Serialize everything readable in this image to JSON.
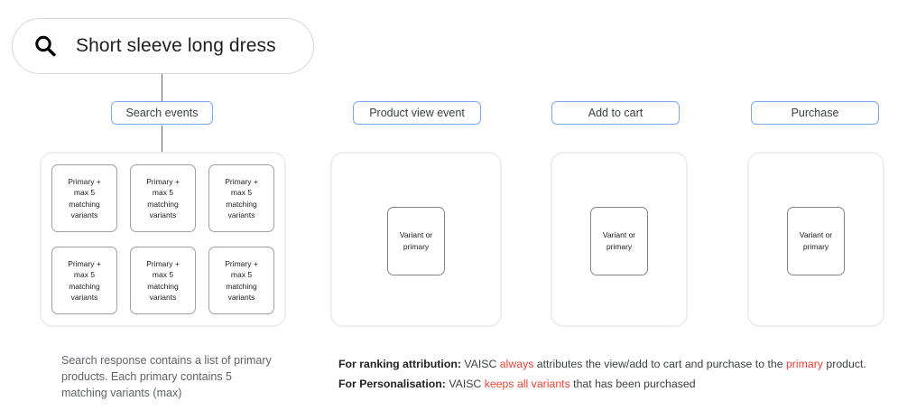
{
  "search": {
    "icon": "search-icon",
    "query": "Short sleeve long dress"
  },
  "stages": [
    {
      "label": "Search events",
      "type": "grid"
    },
    {
      "label": "Product view event",
      "type": "single"
    },
    {
      "label": "Add to cart",
      "type": "single"
    },
    {
      "label": "Purchase",
      "type": "single"
    }
  ],
  "cards": {
    "primary_variant": {
      "line1": "Primary +",
      "line2": "max 5",
      "line3": "matching",
      "line4": "variants"
    },
    "variant_or_primary": {
      "line1": "Variant",
      "line2": "or",
      "line3": "primary"
    },
    "primary_variant_count": 6
  },
  "captions": {
    "left": "Search response contains a list of primary products. Each primary contains 5 matching variants (max)",
    "notes": [
      {
        "bold": "For ranking attribution:",
        "parts": [
          {
            "text": " VAISC ",
            "highlight": false
          },
          {
            "text": "always",
            "highlight": true
          },
          {
            "text": " attributes the view/add to cart and purchase to the ",
            "highlight": false
          },
          {
            "text": "primary",
            "highlight": true
          },
          {
            "text": " product.",
            "highlight": false
          }
        ]
      },
      {
        "bold": "For Personalisation:",
        "parts": [
          {
            "text": " VAISC ",
            "highlight": false
          },
          {
            "text": "keeps all variants",
            "highlight": true
          },
          {
            "text": " that has been purchased",
            "highlight": false
          }
        ]
      }
    ]
  },
  "colors": {
    "label_border": "#7aa7f5",
    "panel_border": "#eceef0",
    "card_border": "#9aa0a6",
    "highlight": "#ea4335",
    "line": "#5f6368",
    "text": "#202124",
    "muted_text": "#5f6368"
  }
}
